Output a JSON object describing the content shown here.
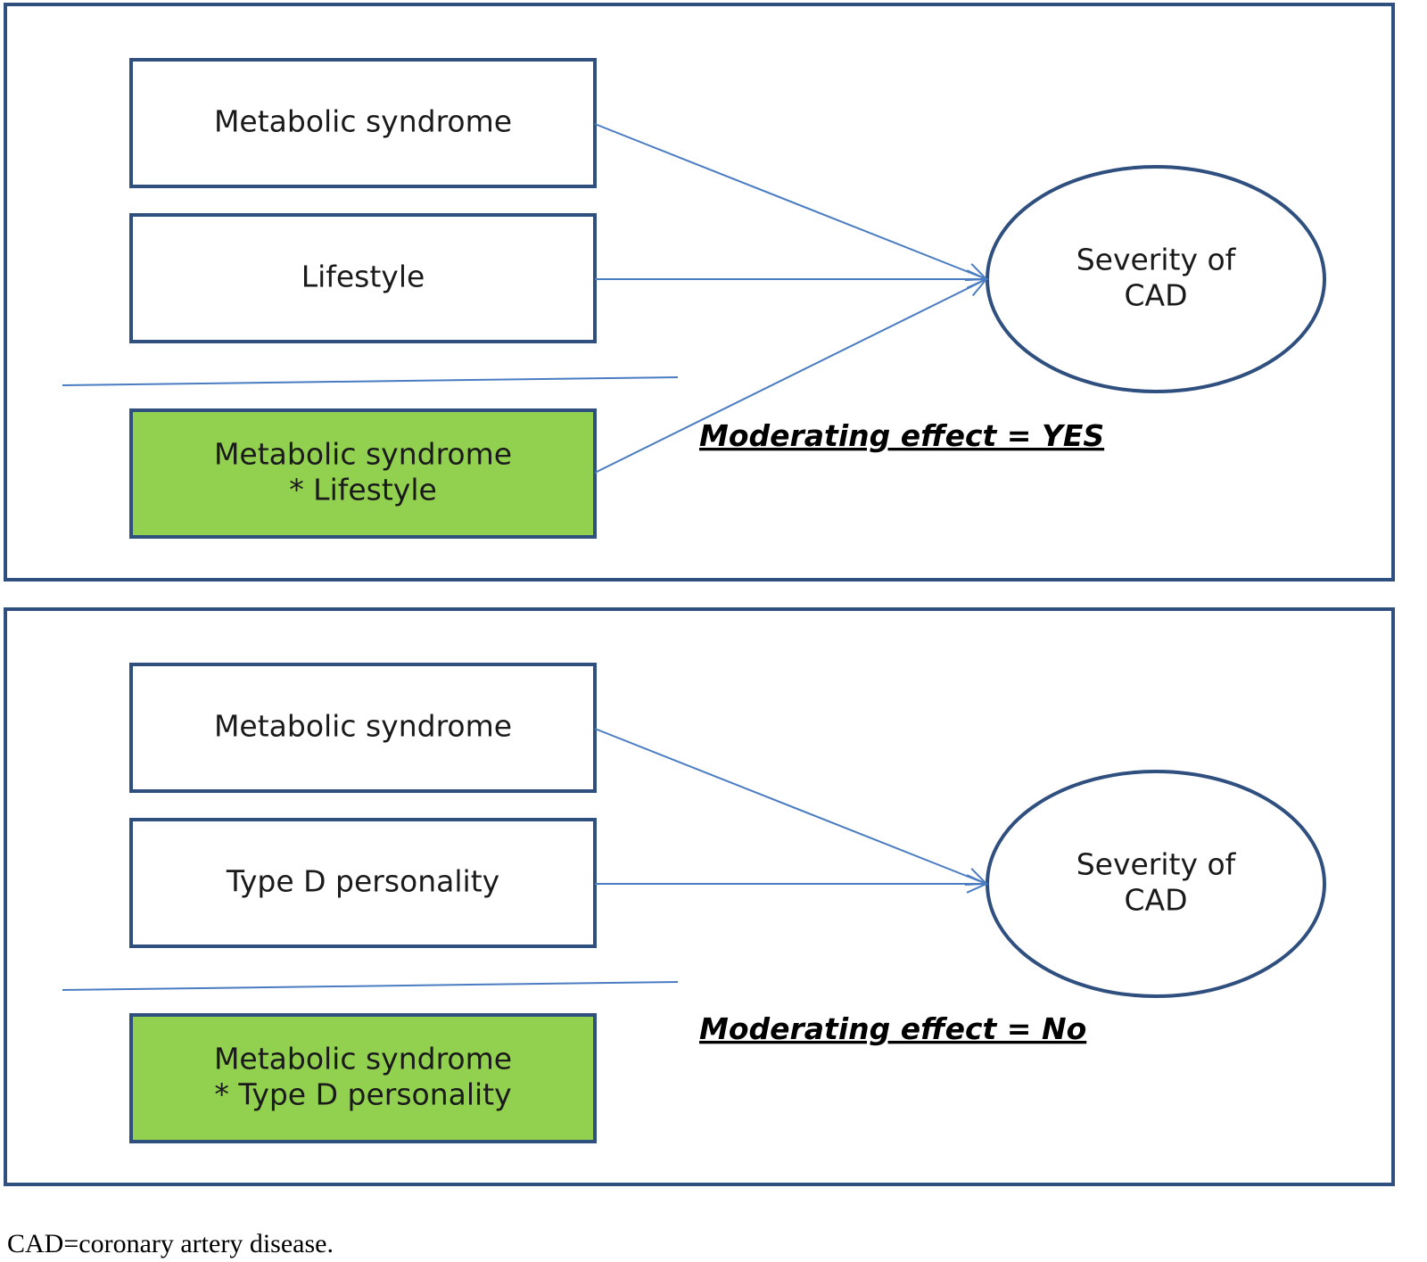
{
  "colors": {
    "border": "#2f4f7f",
    "arrow": "#4a7cc2",
    "box_fill": "#ffffff",
    "interaction_fill": "#92d050"
  },
  "panels": [
    {
      "id": "top",
      "boxes": [
        {
          "lines": [
            "Metabolic syndrome"
          ],
          "highlight": false
        },
        {
          "lines": [
            "Lifestyle"
          ],
          "highlight": false
        },
        {
          "lines": [
            "Metabolic syndrome",
            "* Lifestyle"
          ],
          "highlight": true
        }
      ],
      "outcome": {
        "lines": [
          "Severity of",
          "CAD"
        ]
      },
      "effect_label": "Moderating effect  =  YES",
      "interaction_arrow": true
    },
    {
      "id": "bottom",
      "boxes": [
        {
          "lines": [
            "Metabolic syndrome"
          ],
          "highlight": false
        },
        {
          "lines": [
            "Type D personality"
          ],
          "highlight": false
        },
        {
          "lines": [
            "Metabolic syndrome",
            "* Type D personality"
          ],
          "highlight": true
        }
      ],
      "outcome": {
        "lines": [
          "Severity of",
          "CAD"
        ]
      },
      "effect_label": "Moderating effect  =  No",
      "interaction_arrow": false
    }
  ],
  "caption": "CAD=coronary artery disease."
}
